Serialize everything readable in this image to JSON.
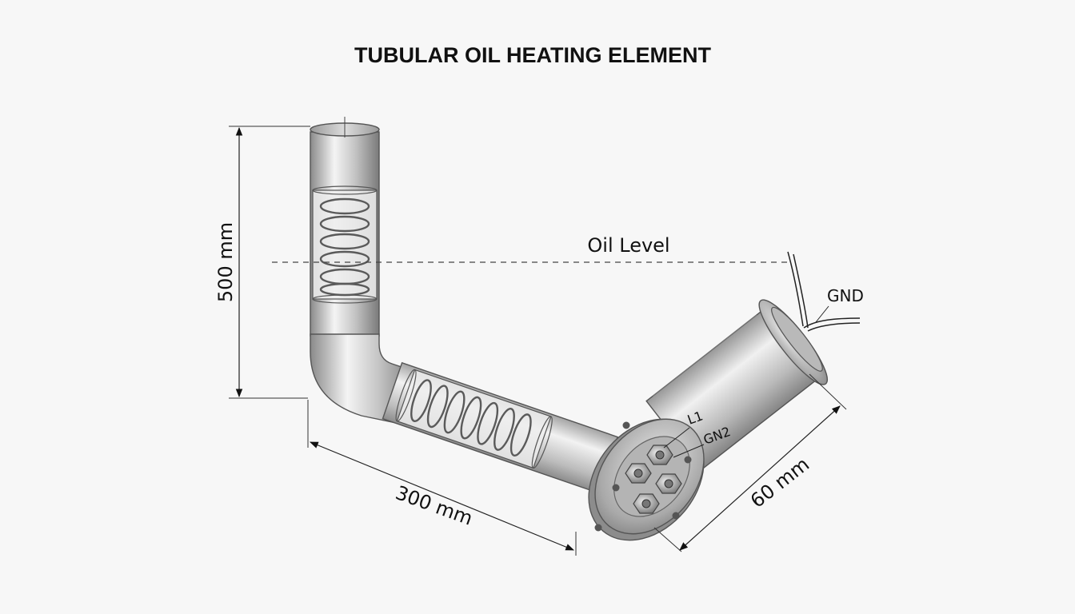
{
  "title": "TUBULAR OIL HEATING ELEMENT",
  "labels": {
    "oil_level": "Oil Level",
    "height_dim": "500 mm",
    "length_dim": "300 mm",
    "housing_dim": "60 mm",
    "gnd_wire": "GND",
    "terminal_l1": "L1",
    "terminal_gn2": "GN2"
  },
  "colors": {
    "metal_light": "#f2f2f2",
    "metal_mid": "#bdbdbd",
    "metal_dark": "#7a7a7a",
    "line": "#222222"
  }
}
